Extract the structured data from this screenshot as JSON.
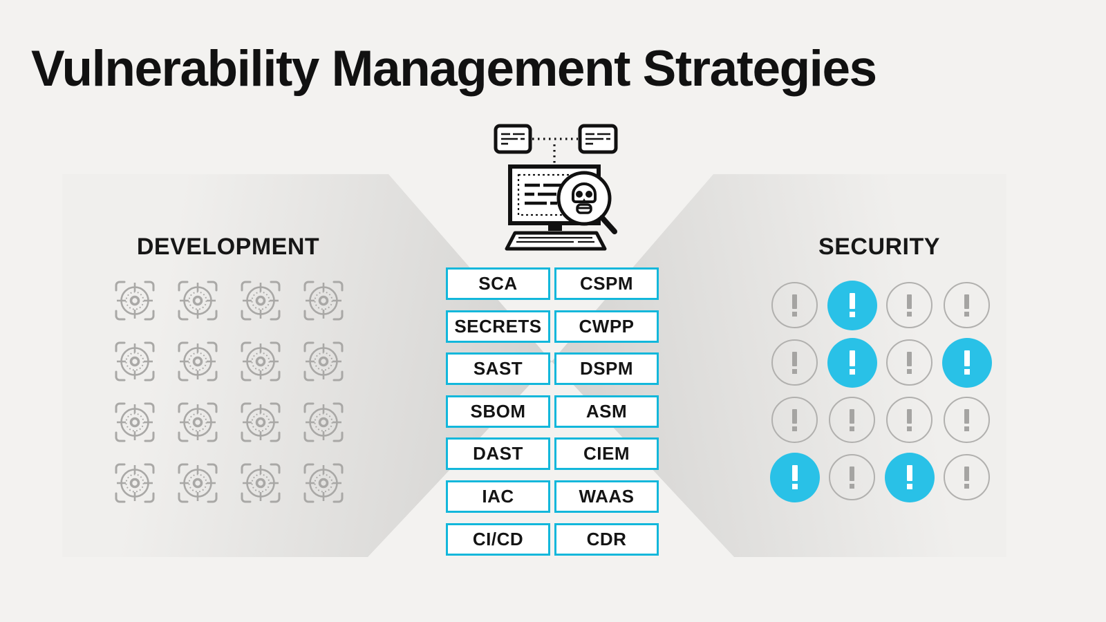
{
  "title": "Vulnerability Management Strategies",
  "development": {
    "heading": "DEVELOPMENT",
    "grid_rows": 4,
    "grid_cols": 4,
    "icon": "target-scan-icon"
  },
  "security": {
    "heading": "SECURITY",
    "grid_rows": 4,
    "grid_cols": 4,
    "alerts": [
      "inactive",
      "active",
      "inactive",
      "inactive",
      "inactive",
      "active",
      "inactive",
      "active",
      "inactive",
      "inactive",
      "inactive",
      "inactive",
      "active",
      "inactive",
      "active",
      "inactive"
    ]
  },
  "strategies": {
    "left_column": [
      "SCA",
      "SECRETS",
      "SAST",
      "SBOM",
      "DAST",
      "IAC",
      "CI/CD"
    ],
    "right_column": [
      "CSPM",
      "CWPP",
      "DSPM",
      "ASM",
      "CIEM",
      "WAAS",
      "CDR"
    ]
  },
  "colors": {
    "box_border_cyan": "#12B7DB",
    "alert_active_cyan": "#29C1E7",
    "alert_inactive_gray": "#B1B0AE",
    "target_gray": "#A9A8A6",
    "ink": "#111111",
    "background": "#F3F2F0",
    "wedge_gray_light": "#F0EFED",
    "wedge_gray_dark": "#D3D2D0"
  }
}
